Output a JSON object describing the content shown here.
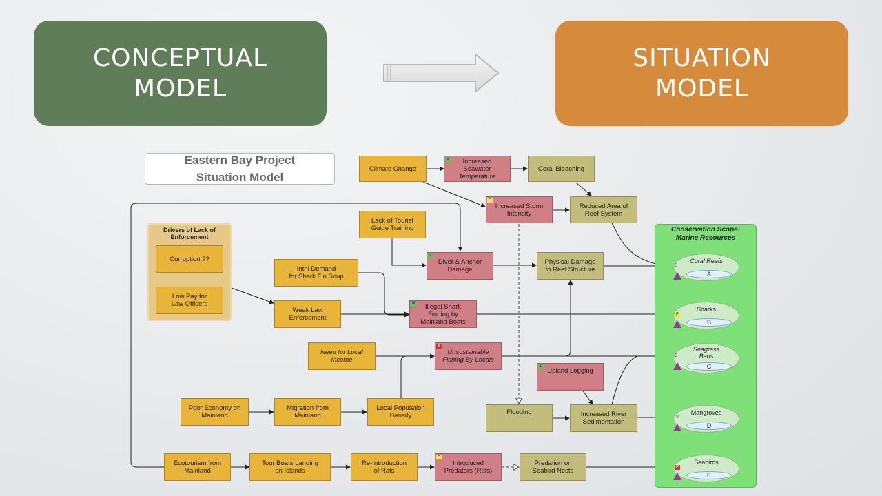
{
  "banners": {
    "left": {
      "line1": "CONCEPTUAL",
      "line2": "MODEL"
    },
    "right": {
      "line1": "SITUATION",
      "line2": "MODEL"
    }
  },
  "diagram_title": {
    "line1": "Eastern Bay Project",
    "line2": "Situation Model"
  },
  "drivers_group": {
    "label_line1": "Drivers of Lack of",
    "label_line2": "Enforcement"
  },
  "nodes": {
    "climate_change": {
      "line1": "Climate Change"
    },
    "seawater_temp": {
      "tag": "M",
      "line1": "Increased",
      "line2": "Seawater",
      "line3": "Temperature"
    },
    "coral_bleaching": {
      "line1": "Coral Bleaching"
    },
    "storm_intensity": {
      "tag": "H",
      "line1": "Increased Storm",
      "line2": "Intensity"
    },
    "reduced_reef": {
      "line1": "Reduced Area of",
      "line2": "Reef System"
    },
    "tourist_guide": {
      "line1": "Lack of Tourist",
      "line2": "Guide Training"
    },
    "corruption": {
      "line1": "Corruption ??"
    },
    "low_pay": {
      "line1": "Low Pay for",
      "line2": "Law Officers"
    },
    "shark_fin_demand": {
      "line1": "Intnl Demand",
      "line2": "for Shark Fin Soup"
    },
    "diver_anchor": {
      "tag": "L",
      "line1": "Diver & Anchor",
      "line2": "Damage"
    },
    "physical_damage": {
      "line1": "Physical Damage",
      "line2": "to Reef Structure"
    },
    "weak_law": {
      "line1": "Weak Law",
      "line2": "Enforcement"
    },
    "shark_finning": {
      "tag": "M",
      "line1": "Illegal Shark",
      "line2": "Finning by",
      "line3": "Mainland Boats"
    },
    "local_income": {
      "line1": "Need for Local",
      "line2": "Income"
    },
    "unsustainable_fishing": {
      "tag": "V",
      "line1": "Unsustainable",
      "line2": "Fishing By Locals"
    },
    "upland_logging": {
      "tag": "L",
      "line1": "Upland Logging"
    },
    "poor_economy": {
      "line1": "Poor Economy on",
      "line2": "Mainland"
    },
    "migration": {
      "line1": "Migration from",
      "line2": "Mainland"
    },
    "population_density": {
      "line1": "Local Population",
      "line2": "Density"
    },
    "flooding": {
      "line1": "Flooding"
    },
    "river_sedimentation": {
      "line1": "Increased River",
      "line2": "Sedimentation"
    },
    "ecotourism": {
      "line1": "Ecotourism from",
      "line2": "Mainland"
    },
    "tour_boats": {
      "line1": "Tour Boats Landing",
      "line2": "on Islands"
    },
    "rats_intro": {
      "line1": "Re-Introduction",
      "line2": "of Rats"
    },
    "predators": {
      "tag": "H",
      "line1": "Introduced",
      "line2": "Predators (Rats)"
    },
    "predation": {
      "line1": "Predation on",
      "line2": "Seabird Nests"
    }
  },
  "scope": {
    "title_line1": "Conservation Scope:",
    "title_line2": "Marine Resources",
    "targets": [
      {
        "name_line1": "Coral Reefs",
        "name_line2": "",
        "code": "A",
        "rating": "G"
      },
      {
        "name_line1": "Sharks",
        "name_line2": "",
        "code": "B",
        "rating": "F"
      },
      {
        "name_line1": "Seagrass",
        "name_line2": "Beds",
        "code": "C",
        "rating": "G"
      },
      {
        "name_line1": "Mangroves",
        "name_line2": "",
        "code": "D",
        "rating": "V"
      },
      {
        "name_line1": "Seabirds",
        "name_line2": "",
        "code": "E",
        "rating": "P"
      }
    ]
  },
  "colors": {
    "conceptual_banner": "#5f7d58",
    "situation_banner": "#d68a3b",
    "contributing_factor": "#e8b43a",
    "direct_threat": "#d07f86",
    "indirect_factor": "#c2bd7c",
    "conservation_scope": "#7fe07a"
  }
}
